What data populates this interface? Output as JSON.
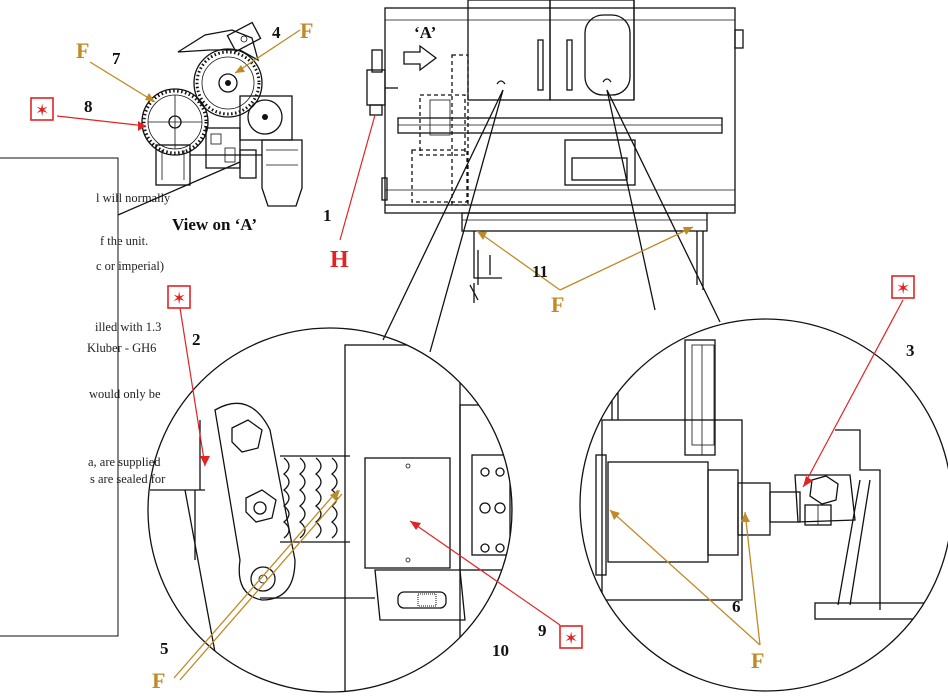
{
  "view_title": "View on ‘A’",
  "view_marker": "‘A’",
  "callouts": {
    "n1": "1",
    "n2": "2",
    "n3": "3",
    "n4": "4",
    "n5": "5",
    "n6": "6",
    "n7": "7",
    "n8": "8",
    "n9": "9",
    "n10": "10",
    "n11": "11"
  },
  "lubrication_letters": {
    "F_top_4": "F",
    "F_top_7": "F",
    "F_11": "F",
    "F_5": "F",
    "F_6": "F"
  },
  "hydraulic_letter": "H",
  "star_symbol": "✶",
  "note_lines": [
    "l will normally",
    "",
    "f the unit.",
    "c or imperial)",
    "",
    "illed with 1.3",
    "Kluber - GH6",
    "",
    "would only be",
    "",
    "a, are supplied",
    "s are sealed for"
  ],
  "colors": {
    "lubrication_gold": "#c08a25",
    "warning_red": "#e02424",
    "ink": "#111111"
  }
}
